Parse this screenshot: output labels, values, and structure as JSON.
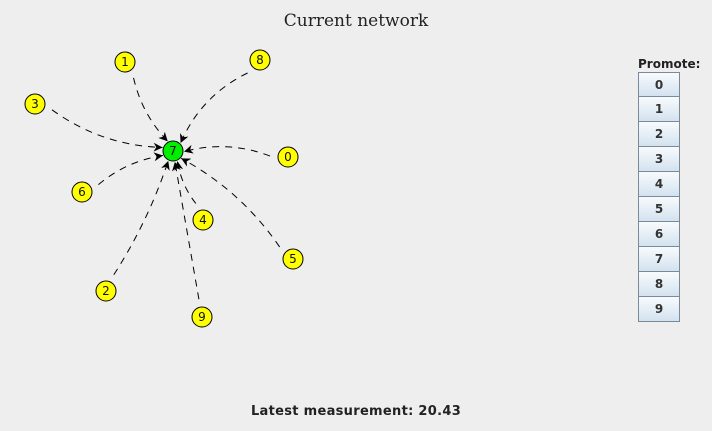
{
  "window": {
    "title": "Current network"
  },
  "network": {
    "hub": {
      "id": "7",
      "color": "#00ee00"
    },
    "node_color": "#ffff00",
    "edge_style": "dashed",
    "edges": [
      {
        "from": "1",
        "to": "7"
      },
      {
        "from": "8",
        "to": "7"
      },
      {
        "from": "3",
        "to": "7"
      },
      {
        "from": "0",
        "to": "7"
      },
      {
        "from": "6",
        "to": "7"
      },
      {
        "from": "4",
        "to": "7"
      },
      {
        "from": "2",
        "to": "7"
      },
      {
        "from": "5",
        "to": "7"
      },
      {
        "from": "9",
        "to": "7"
      }
    ]
  },
  "promote": {
    "label": "Promote:",
    "options": [
      "0",
      "1",
      "2",
      "3",
      "4",
      "5",
      "6",
      "7",
      "8",
      "9"
    ]
  },
  "status": {
    "label": "Latest measurement:",
    "value": "20.43"
  }
}
